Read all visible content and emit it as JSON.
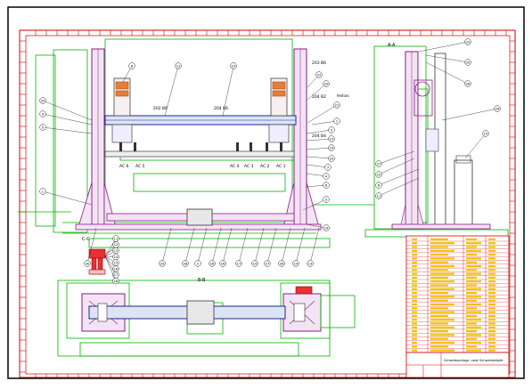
{
  "drawing": {
    "section_labels": {
      "aa": "A-A",
      "bb": "B-B",
      "cc": "C-C"
    },
    "title_block_text": "Schweissanlage, zwei Schweissköpfe",
    "front_labels": {
      "s1": "202 B6",
      "s2": "204 B6",
      "s3": "203 B6",
      "s4": "204 B2",
      "s5": "204 B4",
      "s6": "Helios"
    },
    "axis_labels": [
      "AC 6",
      "AC 5",
      "AC 4",
      "AC 3",
      "AC 2",
      "AC 1"
    ],
    "balloons_top": [
      "8",
      "12",
      "23",
      "22",
      "20",
      "21",
      "1"
    ],
    "balloons_left": [
      "25",
      "9",
      "5",
      "1"
    ],
    "balloons_right": [
      "5",
      "15",
      "24",
      "20",
      "7",
      "4",
      "6",
      "3",
      "19"
    ],
    "balloons_bottom": [
      "30",
      "29",
      "28",
      "2",
      "18",
      "16",
      "17",
      "19",
      "27",
      "26",
      "14",
      "13"
    ],
    "balloons_cc": [
      "11",
      "12",
      "13",
      "14",
      "15",
      "16",
      "17",
      "18"
    ],
    "balloons_side": [
      "22",
      "25",
      "26",
      "24",
      "15",
      "27",
      "10",
      "6",
      "11"
    ]
  }
}
